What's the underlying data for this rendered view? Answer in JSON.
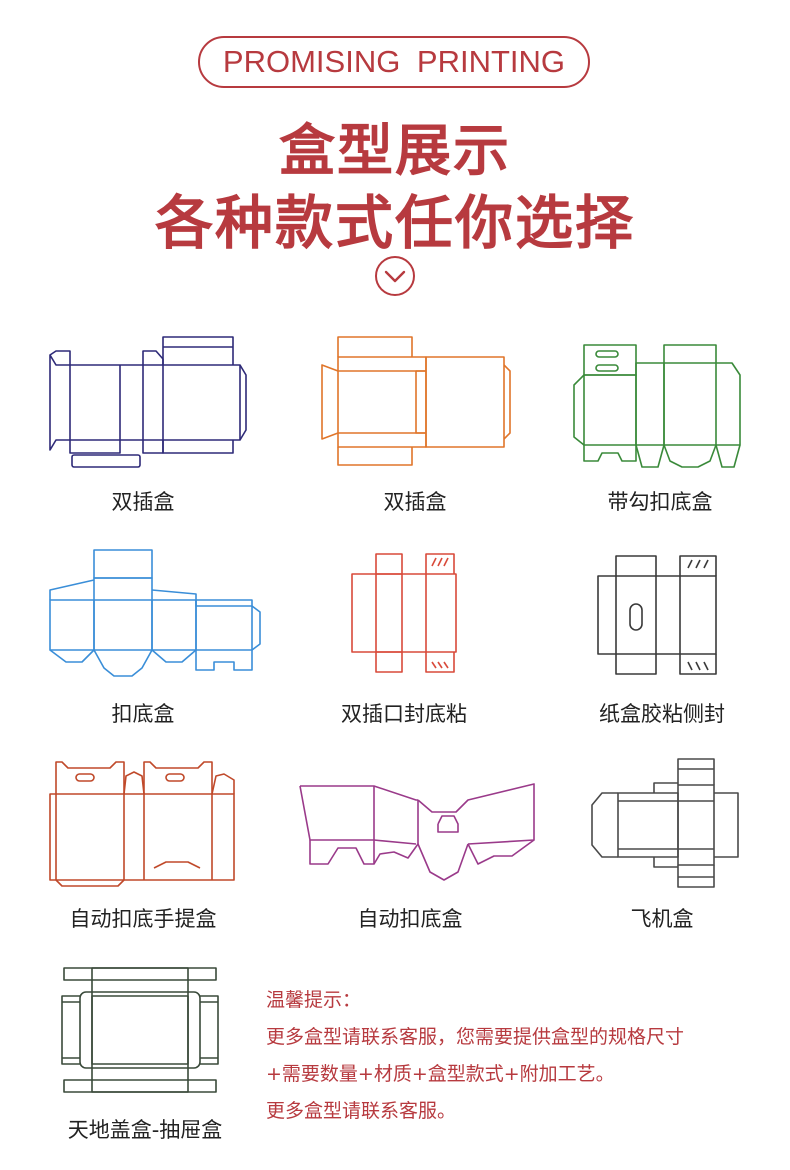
{
  "header": {
    "badge": "PROMISING PRINTING",
    "title_line1": "盒型展示",
    "title_line2": "各种款式任你选择"
  },
  "icons": {
    "scroll": "chevron-down-circle-icon"
  },
  "colors": {
    "accent": "#b73a3f",
    "box1": "#2e2a78",
    "box2": "#e0752a",
    "box3": "#3a8a3a",
    "box4": "#3a8ed8",
    "box5": "#d94a3a",
    "box6": "#3a3a3a",
    "box7": "#c0492a",
    "box8": "#9a3a8a",
    "box9": "#4a4a4a",
    "box10": "#3a4a3a"
  },
  "boxes": [
    {
      "label": "双插盒"
    },
    {
      "label": "双插盒"
    },
    {
      "label": "带勾扣底盒"
    },
    {
      "label": "扣底盒"
    },
    {
      "label": "双插口封底粘"
    },
    {
      "label": "纸盒胶粘侧封"
    },
    {
      "label": "自动扣底手提盒"
    },
    {
      "label": "自动扣底盒"
    },
    {
      "label": "飞机盒"
    },
    {
      "label": "天地盖盒-抽屉盒"
    }
  ],
  "tips": {
    "title": "温馨提示：",
    "line1": "更多盒型请联系客服，您需要提供盒型的规格尺寸",
    "line2": "+需要数量+材质+盒型款式+附加工艺。",
    "line3": "更多盒型请联系客服。"
  }
}
